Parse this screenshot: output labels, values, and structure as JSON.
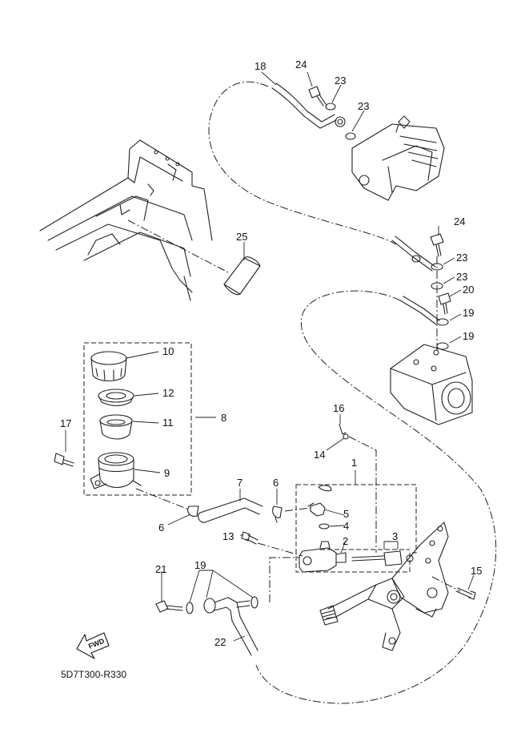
{
  "diagram": {
    "part_labels": {
      "p1": "1",
      "p2": "2",
      "p3": "3",
      "p4": "4",
      "p5": "5",
      "p6a": "6",
      "p6b": "6",
      "p7": "7",
      "p8": "8",
      "p9": "9",
      "p10": "10",
      "p11": "11",
      "p12": "12",
      "p13": "13",
      "p14": "14",
      "p15": "15",
      "p16": "16",
      "p17": "17",
      "p18": "18",
      "p19a": "19",
      "p19b": "19",
      "p19c": "19",
      "p20": "20",
      "p21": "21",
      "p22": "22",
      "p23a": "23",
      "p23b": "23",
      "p23c": "23",
      "p23d": "23",
      "p24a": "24",
      "p24b": "24",
      "p25": "25"
    },
    "fwd_badge": "FWD",
    "drawing_code": "5D7T300-R330"
  }
}
